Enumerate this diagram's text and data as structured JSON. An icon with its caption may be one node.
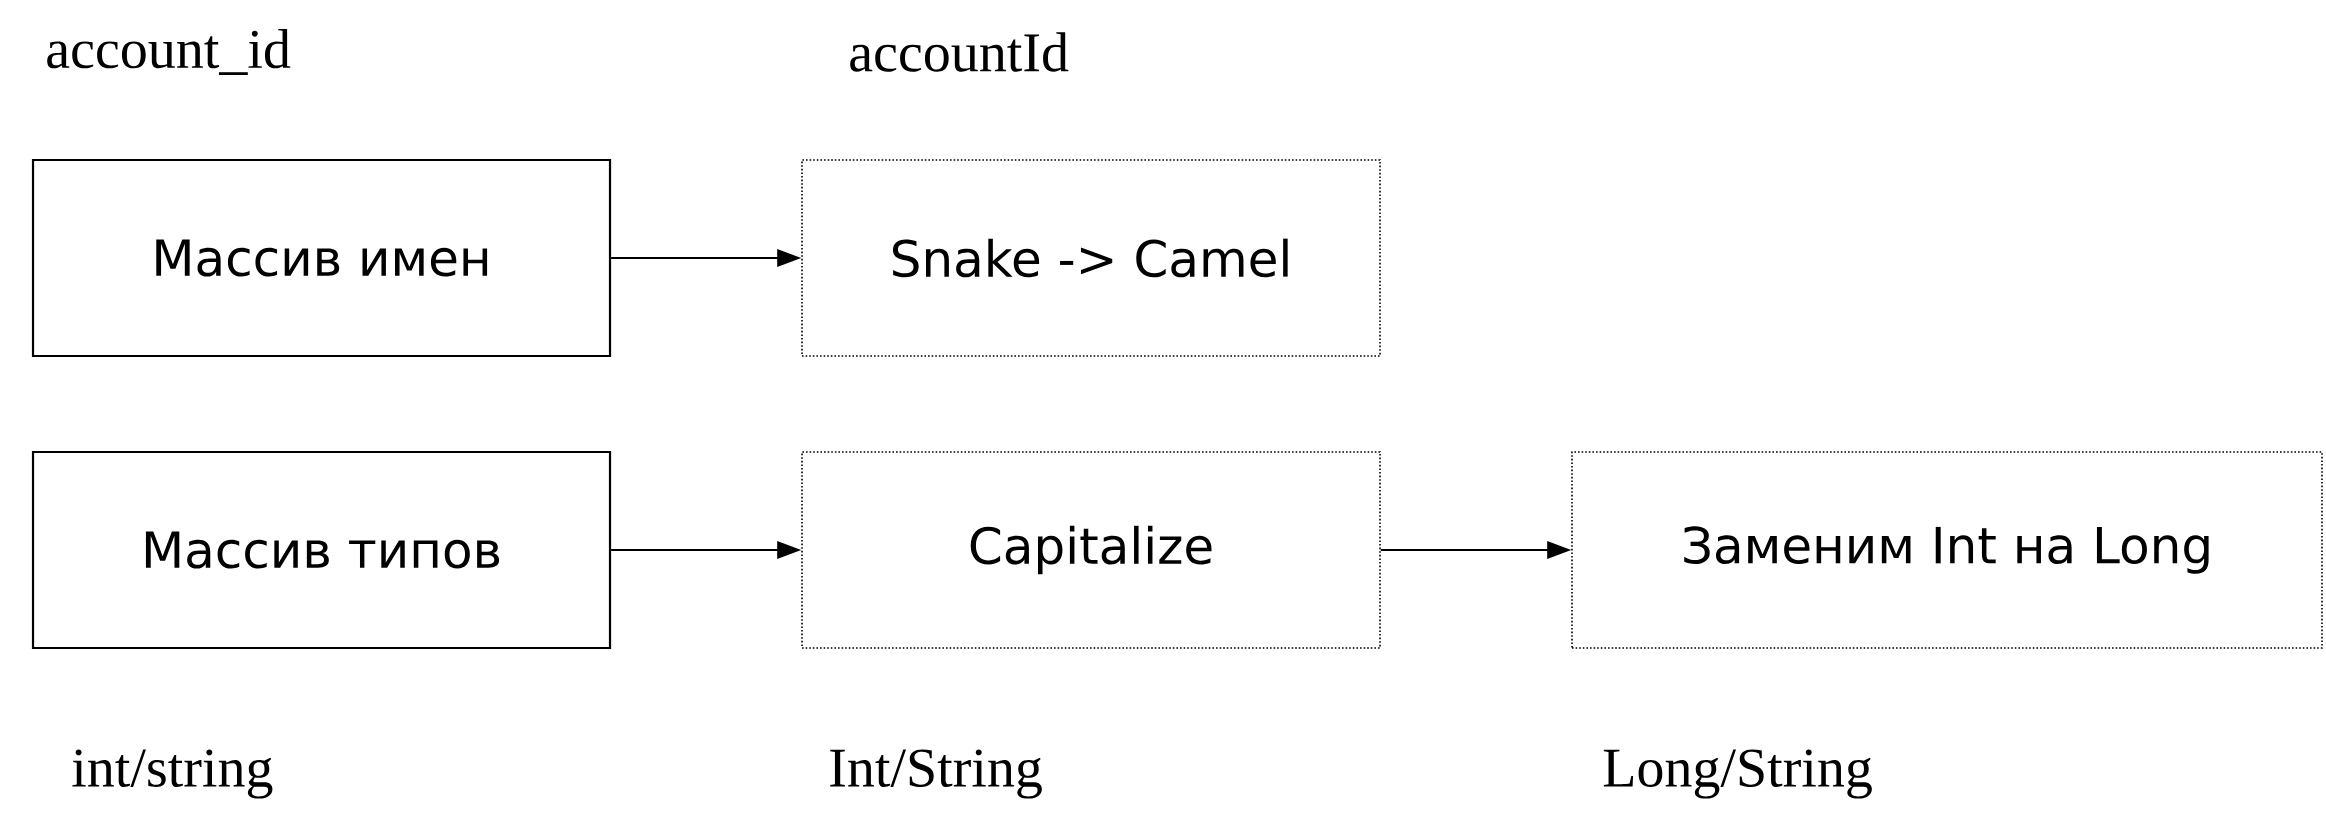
{
  "diagram": {
    "nodes": [
      {
        "text": [
          "Массив имен"
        ]
      },
      {
        "text": [
          "Snake -> Camel"
        ]
      },
      {
        "text": [
          "Массив типов"
        ]
      },
      {
        "text": [
          "Capitalize"
        ]
      },
      {
        "text": [
          "Заменим Int на Long"
        ]
      }
    ],
    "edges": [
      {
        "from": 0,
        "to": 1,
        "arrow": "to"
      },
      {
        "from": 2,
        "to": 3,
        "arrow": "to"
      },
      {
        "from": 3,
        "to": 4,
        "arrow": "to"
      }
    ],
    "labels": [
      "account_id",
      "accountId",
      "int/string",
      "Int/String",
      "Long/String"
    ]
  }
}
